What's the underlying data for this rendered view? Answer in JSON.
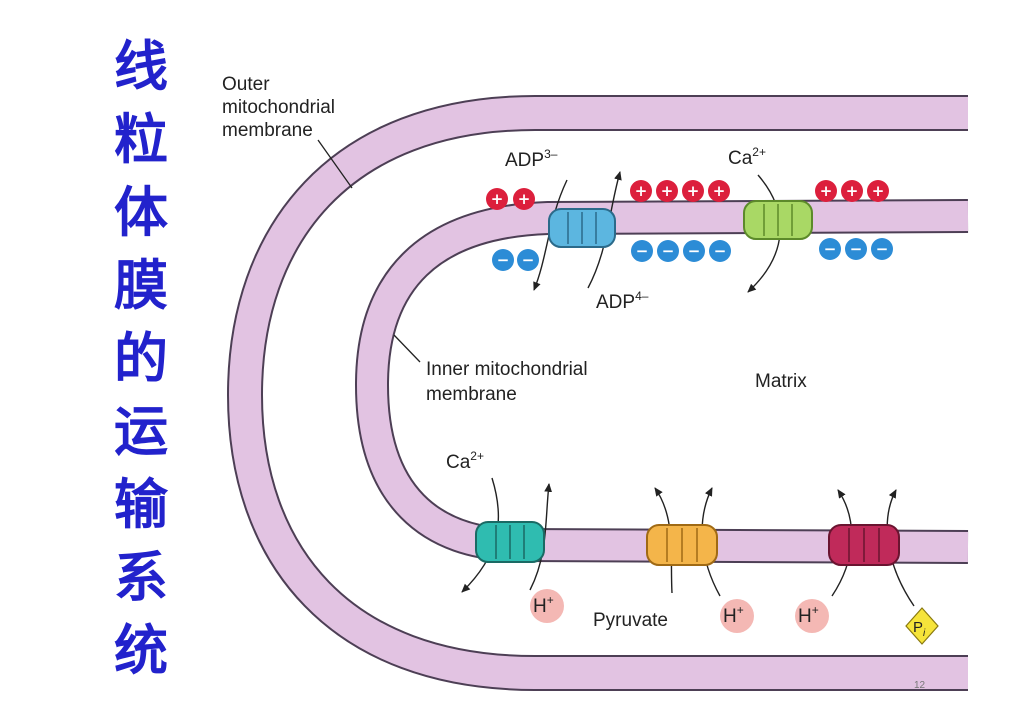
{
  "title_chars": [
    "线",
    "粒",
    "体",
    "膜",
    "的",
    "运",
    "输",
    "系",
    "统"
  ],
  "labels": {
    "outer_line1": "Outer",
    "outer_line2": "mitochondrial",
    "outer_line3": "membrane",
    "inner_line1": "Inner mitochondrial",
    "inner_line2": "membrane",
    "matrix": "Matrix",
    "adp3_base": "ADP",
    "adp3_sup": "3–",
    "adp4_base": "ADP",
    "adp4_sup": "4–",
    "ca_top_base": "Ca",
    "ca_top_sup": "2+",
    "ca_bottom_base": "Ca",
    "ca_bottom_sup": "2+",
    "h1": "H",
    "h2": "H",
    "h3": "H",
    "h_sup": "+",
    "pyruvate": "Pyruvate",
    "pi_base": "P",
    "pi_sub": "i"
  },
  "charge_signs": {
    "positive": "+",
    "negative": "−"
  },
  "page_number": "12",
  "colors": {
    "title": "#2222cc",
    "membrane_fill": "#e2c3e2",
    "membrane_edge": "#4d3f55",
    "positive": "#dc1f3c",
    "negative": "#2c8cd6",
    "transporter_adp": "#5cb6e0",
    "transporter_ca_top": "#a9d865",
    "transporter_ca_bottom": "#2fbcb0",
    "transporter_pyruvate": "#f4b54a",
    "transporter_pi": "#c02a5a",
    "h_badge": "#f4b8b4",
    "pi_badge": "#f6e43a"
  }
}
